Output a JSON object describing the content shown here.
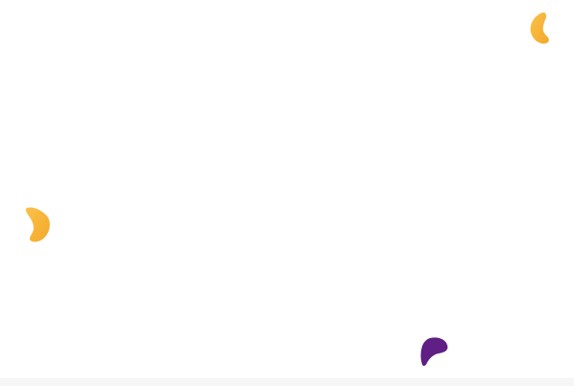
{
  "colors": {
    "background": "#ffffff",
    "bottom_band": "#f6f6f6",
    "orange_light": "#fbc14a",
    "orange_dark": "#f3a92a",
    "purple": "#5f1f85"
  },
  "shapes": [
    {
      "name": "orange-blob-icon",
      "color": "orange"
    },
    {
      "name": "orange-blob-icon",
      "color": "orange"
    },
    {
      "name": "purple-blob-icon",
      "color": "purple"
    }
  ]
}
